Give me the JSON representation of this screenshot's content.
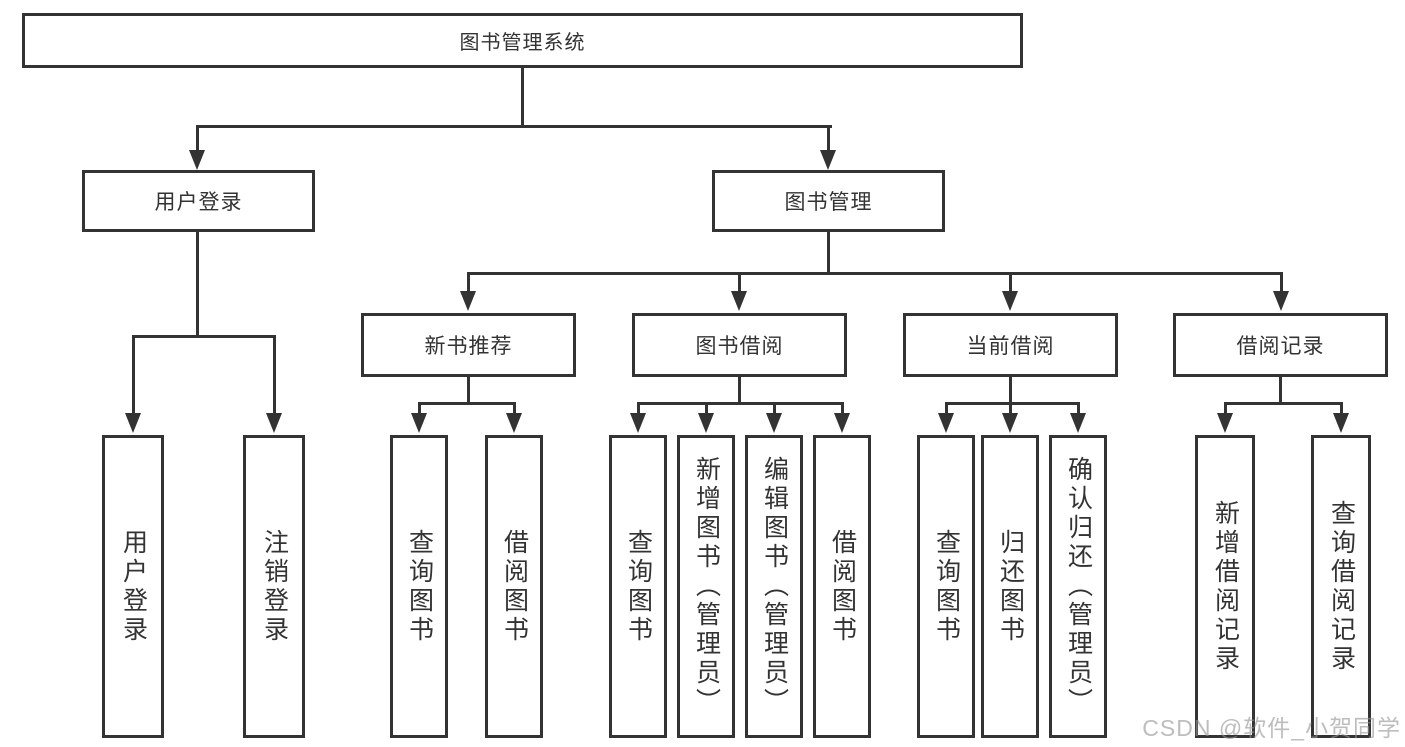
{
  "diagram": {
    "root": {
      "label": "图书管理系统"
    },
    "level2": [
      {
        "label": "用户登录"
      },
      {
        "label": "图书管理"
      }
    ],
    "level3": [
      {
        "label": "新书推荐"
      },
      {
        "label": "图书借阅"
      },
      {
        "label": "当前借阅"
      },
      {
        "label": "借阅记录"
      }
    ],
    "leaves": {
      "user_login": [
        {
          "label": "用户登录"
        },
        {
          "label": "注销登录"
        }
      ],
      "new_books": [
        {
          "label": "查询图书"
        },
        {
          "label": "借阅图书"
        }
      ],
      "book_borrow": [
        {
          "label": "查询图书"
        },
        {
          "label": "新增图书（管理员）"
        },
        {
          "label": "编辑图书（管理员）"
        },
        {
          "label": "借阅图书"
        }
      ],
      "current_borrow": [
        {
          "label": "查询图书"
        },
        {
          "label": "归还图书"
        },
        {
          "label": "确认归还（管理员）"
        }
      ],
      "borrow_records": [
        {
          "label": "新增借阅记录"
        },
        {
          "label": "查询借阅记录"
        }
      ]
    },
    "watermark": "CSDN @软件_小贺同学",
    "colors": {
      "line": "#333333",
      "text": "#333333",
      "watermark": "#949494",
      "background": "#ffffff"
    }
  }
}
